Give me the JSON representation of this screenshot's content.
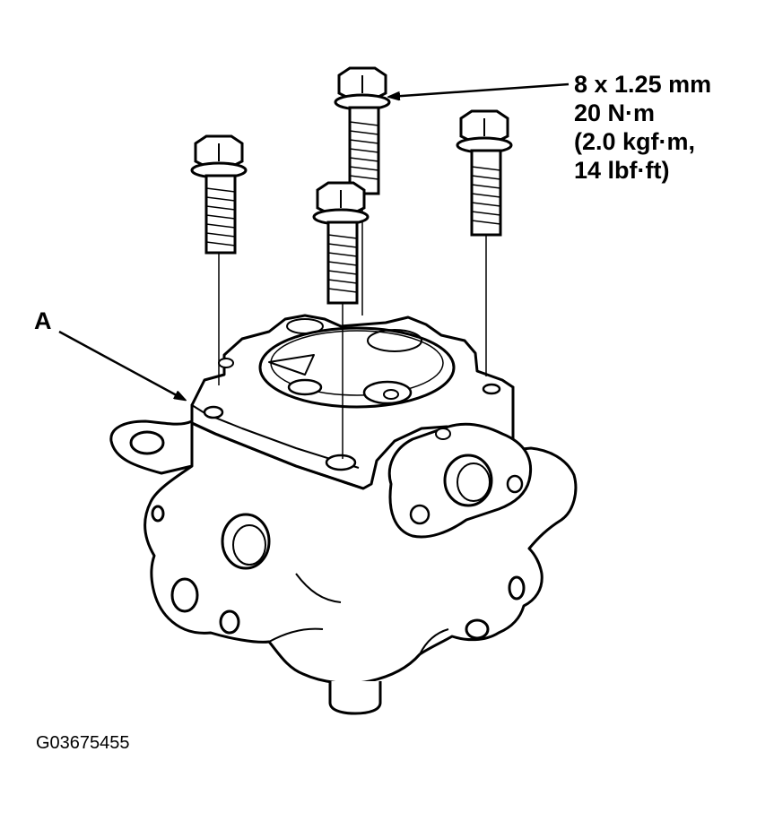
{
  "bolt_spec": {
    "size": "8 x 1.25 mm",
    "torque_nm": "20 N·m",
    "torque_kgfm": "(2.0 kgf·m,",
    "torque_lbfft": "14 lbf·ft)"
  },
  "callout_a": "A",
  "figure_id": "G03675455",
  "colors": {
    "line": "#000000",
    "background": "#ffffff"
  }
}
